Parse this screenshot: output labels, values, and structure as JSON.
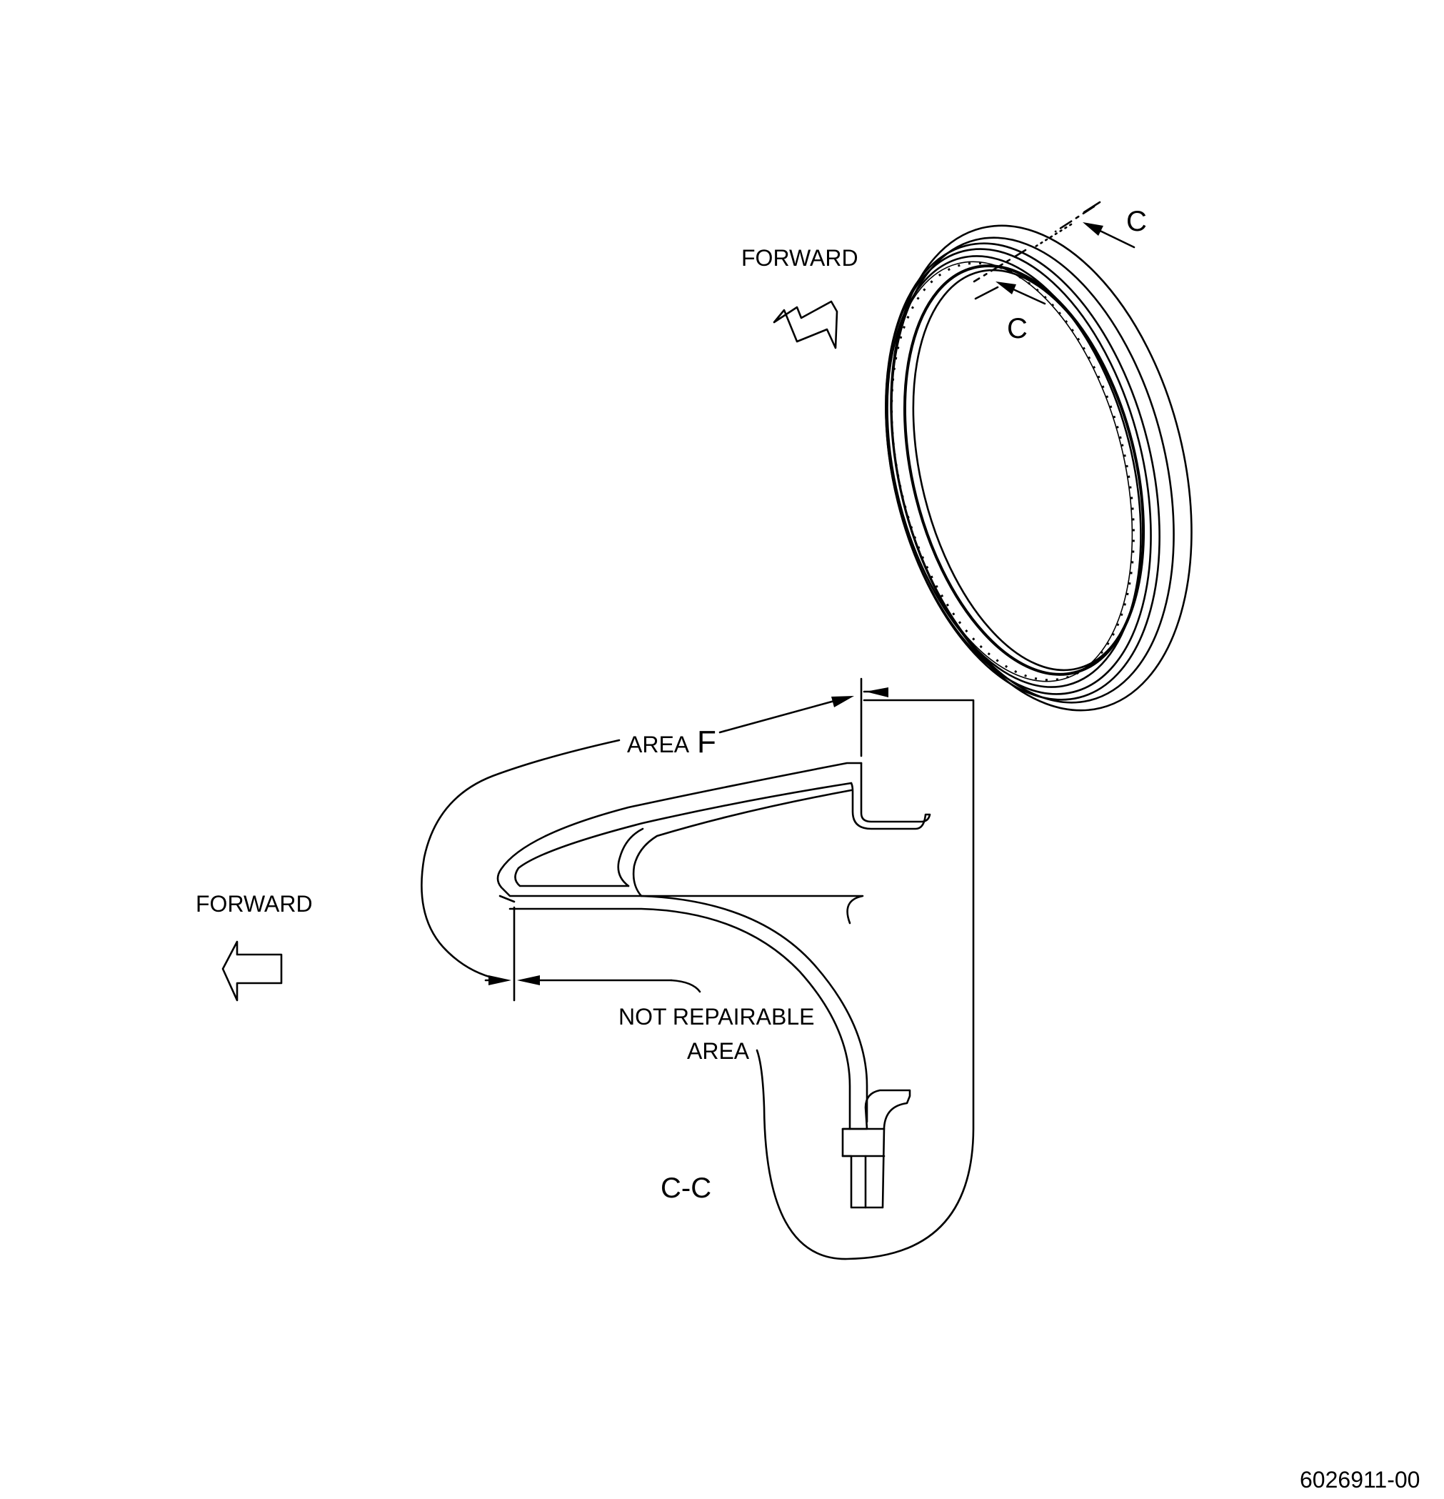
{
  "labels": {
    "forward_top": "FORWARD",
    "forward_left": "FORWARD",
    "section_c_upper": "C",
    "section_c_lower": "C",
    "area_prefix": "AREA",
    "area_letter": "F",
    "not_repairable_line1": "NOT REPAIRABLE",
    "not_repairable_line2": "AREA",
    "section_view": "C-C",
    "figure_number": "6026911-00"
  }
}
